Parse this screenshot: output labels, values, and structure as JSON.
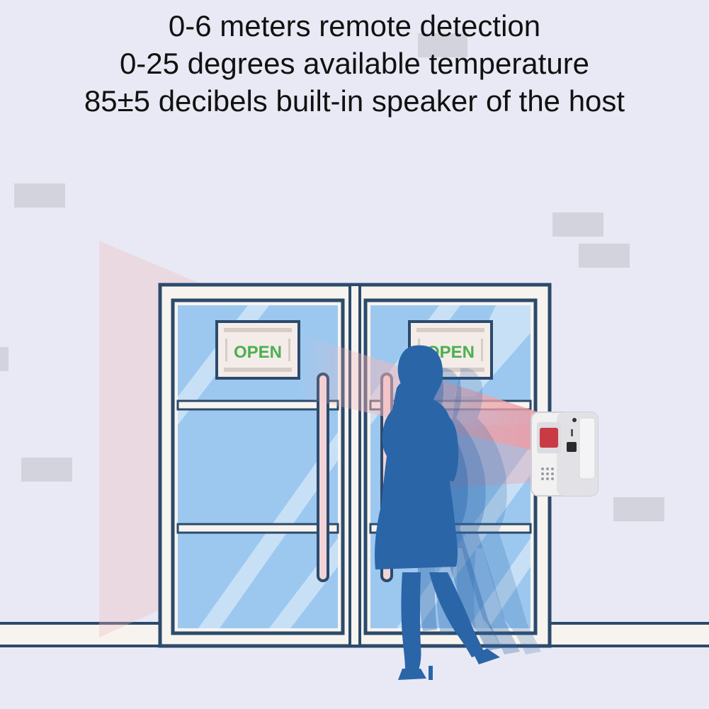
{
  "headline": {
    "line1": "0-6 meters remote detection",
    "line2": "0-25 degrees available temperature",
    "line3": "85±5 decibels built-in speaker of the host"
  },
  "door_signs": {
    "left": "OPEN",
    "right": "OPEN"
  },
  "colors": {
    "background": "#e9e9f5",
    "brick": "#d3d3de",
    "door_frame": "#2c4a6b",
    "glass": "#9cc8f0",
    "silhouette": "#2a65a8",
    "sign_text": "#4caf50",
    "sensor_beam": "#f1b8bc",
    "device_body": "#f1f1f1"
  },
  "icons": [
    "pir-sensor-device",
    "speaker-grille-icon",
    "power-jack-icon",
    "brand-logo-icon"
  ]
}
